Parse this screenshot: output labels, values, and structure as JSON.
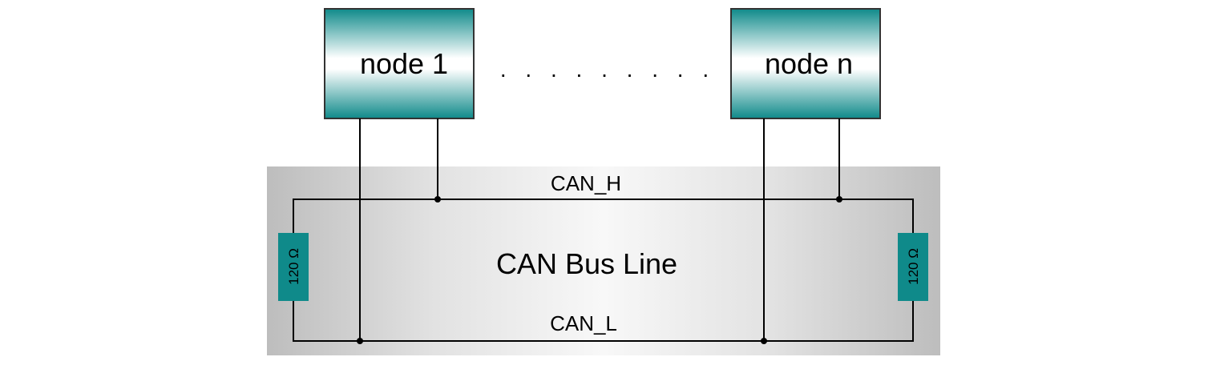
{
  "nodes": [
    {
      "label": "node 1"
    },
    {
      "label": "node n"
    }
  ],
  "ellipsis": ". . . . . . . . .",
  "bus": {
    "title": "CAN Bus Line",
    "high_label": "CAN_H",
    "low_label": "CAN_L"
  },
  "resistors": [
    {
      "label": "120 Ω"
    },
    {
      "label": "120 Ω"
    }
  ],
  "colors": {
    "node_teal": "#0f8a8a",
    "node_light": "#ffffff",
    "resistor": "#0f8a8a",
    "bus_gray": "#c8c8c8",
    "bus_light": "#f6f6f6",
    "line": "#000000"
  }
}
